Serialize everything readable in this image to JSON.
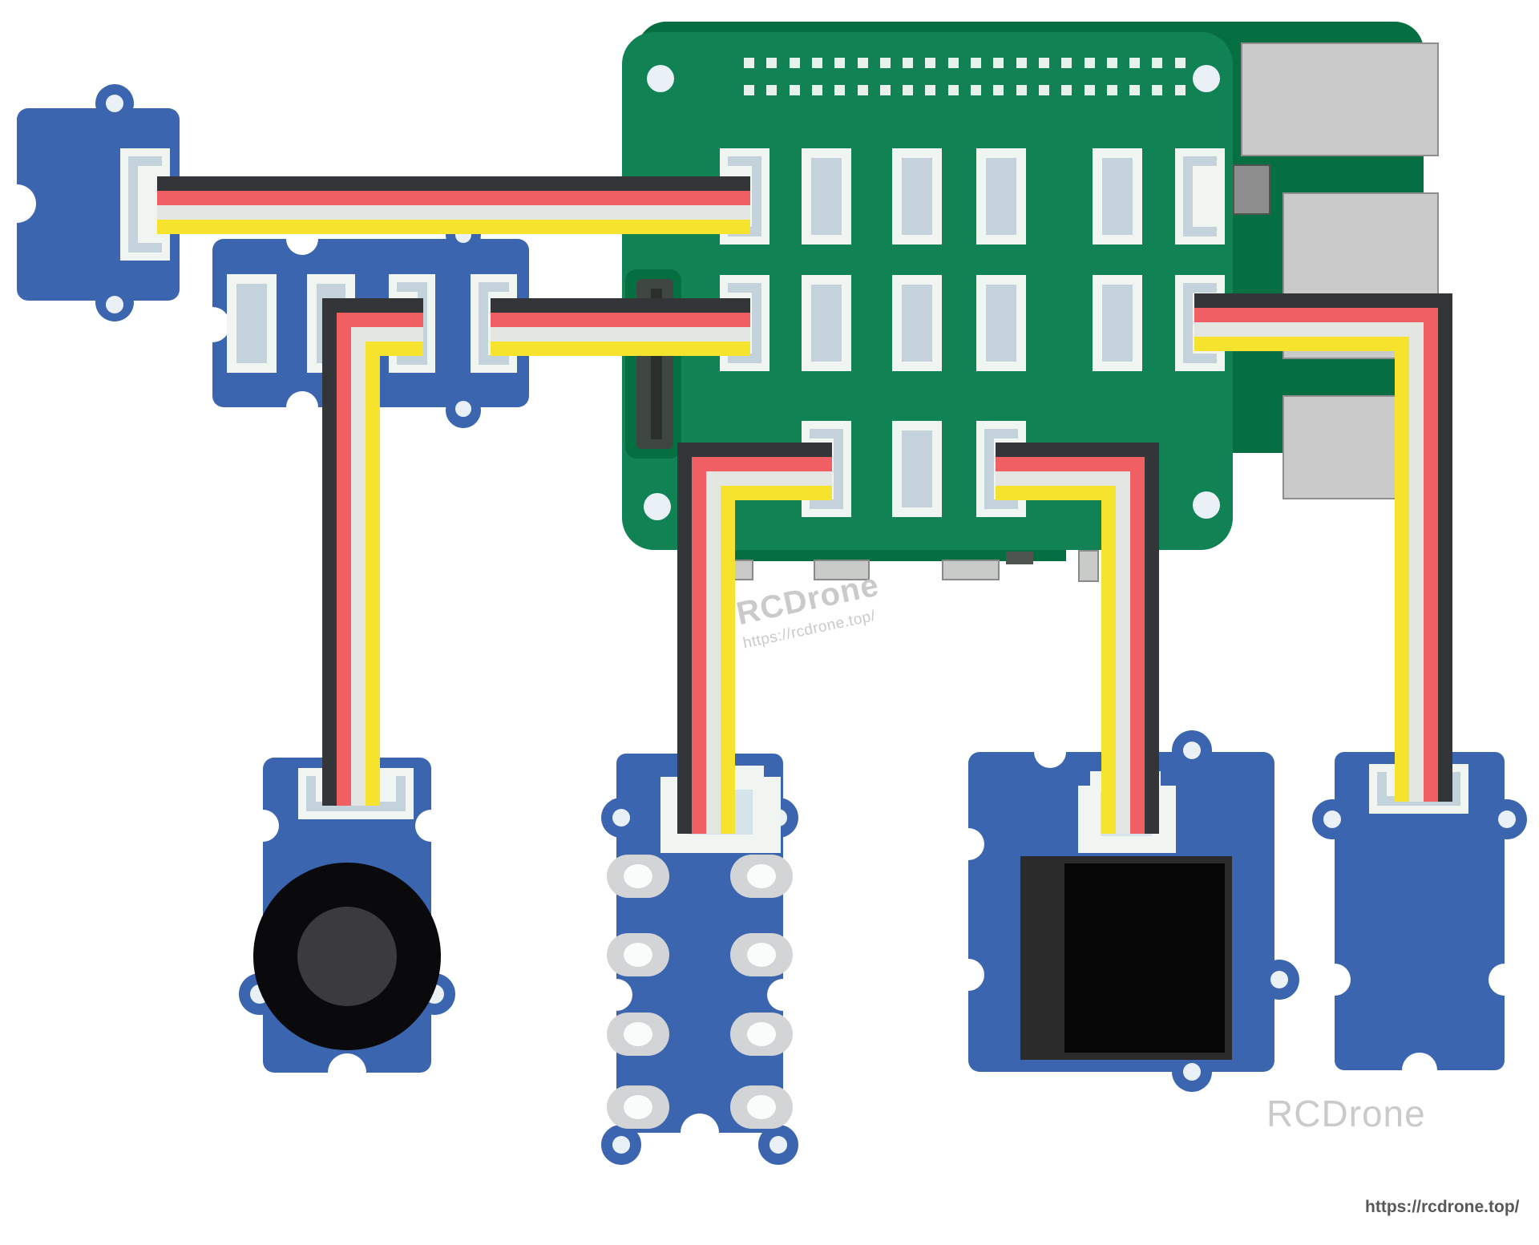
{
  "watermarks": {
    "center": {
      "brand": "RCDrone",
      "url": "https://rcdrone.top/"
    },
    "bottom": {
      "brand": "RCDrone"
    },
    "corner": {
      "url": "https://rcdrone.top/"
    }
  },
  "hat": {
    "gpio": {
      "rows": 2,
      "cols": 20
    }
  },
  "cables": {
    "wire_order": [
      "black",
      "red",
      "white",
      "yellow"
    ]
  },
  "colors": {
    "pi_green": "#056F42",
    "hat_green": "#108254",
    "module_blue": "#3C65AF",
    "connector_white": "#F0F5F1",
    "connector_steel": "#C4D3DB",
    "connector_pale": "#D7E3EA",
    "hole_white": "#E9F1F6",
    "gpio_dot": "#E7F2EC",
    "notch_white": "#FFFFFF",
    "port_gray": "#CACACA",
    "comp_gray": "#8E8E8E",
    "tab_gray": "#C9CBC8",
    "tab_dark": "#4E5450",
    "csi_dark": "#3F4742",
    "csi_inner": "#2A2F2B",
    "pad_gray": "#D3D4D6",
    "pad_hole": "#FAFCFB",
    "wire_black": "#333538",
    "wire_red": "#EF5F63",
    "wire_white": "#E4E6E1",
    "wire_yellow": "#F6E32E",
    "speaker_black": "#0A0A0C",
    "speaker_inner": "#3B3B3E",
    "sensor_frame": "#2B2B2B",
    "sensor_black": "#060606",
    "watermark_gray": "#C9CACB",
    "watermark_dark": "#585858"
  }
}
